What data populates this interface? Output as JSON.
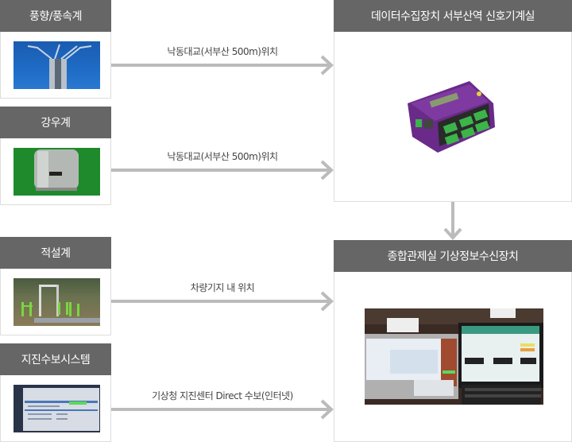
{
  "diagram": {
    "sources": [
      {
        "title": "풍향/풍속계",
        "photo_icon": "anemometer-photo"
      },
      {
        "title": "강우계",
        "photo_icon": "rain-gauge-photo"
      },
      {
        "title": "적설계",
        "photo_icon": "snow-gauge-photo"
      },
      {
        "title": "지진수보시스템",
        "photo_icon": "earthquake-system-photo"
      }
    ],
    "connections": [
      {
        "label": "낙동대교(서부산 500m)위치"
      },
      {
        "label": "낙동대교(서부산 500m)위치"
      },
      {
        "label": "차량기지 내 위치"
      },
      {
        "label": "기상청 지진센터 Direct 수보(인터넷)"
      }
    ],
    "targets": [
      {
        "title": "데이터수집장치 서부산역 신호기계실",
        "photo_icon": "data-logger-photo"
      },
      {
        "title": "종합관제실 기상정보수신장치",
        "photo_icon": "monitoring-screens-photo"
      }
    ]
  },
  "colors": {
    "header_bg": "#666666",
    "header_text": "#ffffff",
    "border": "#dddddd",
    "arrow": "#bbbbbb",
    "label_text": "#444444"
  }
}
